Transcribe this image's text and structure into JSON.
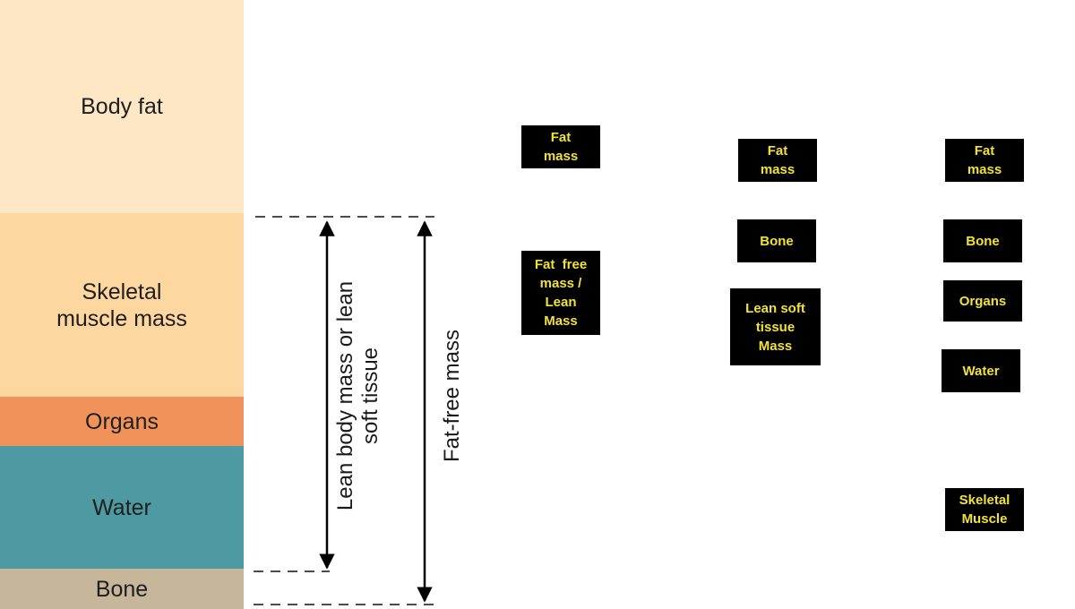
{
  "composition_bar": {
    "body_fat": "Body fat",
    "skeletal_muscle": "Skeletal\nmuscle mass",
    "organs": "Organs",
    "water": "Water",
    "bone": "Bone"
  },
  "brackets": {
    "lean_mass": "Lean body mass or lean\nsoft tissue",
    "fat_free_mass": "Fat-free mass"
  },
  "figures": [
    {
      "tags": {
        "fat": "Fat\nmass",
        "ffm": "Fat  free\nmass /\nLean\nMass"
      }
    },
    {
      "tags": {
        "fat": "Fat\nmass",
        "bone": "Bone",
        "lean": "Lean soft\ntissue\nMass"
      }
    },
    {
      "tags": {
        "fat": "Fat\nmass",
        "bone": "Bone",
        "organs": "Organs",
        "water": "Water",
        "muscle": "Skeletal\nMuscle"
      }
    }
  ],
  "colors": {
    "fat": "#bdbdc0",
    "fat_free": "#d4856a",
    "bone": "#587f93",
    "organs": "#a474b4",
    "water": "#4b86be",
    "muscle": "#edb4a3"
  }
}
